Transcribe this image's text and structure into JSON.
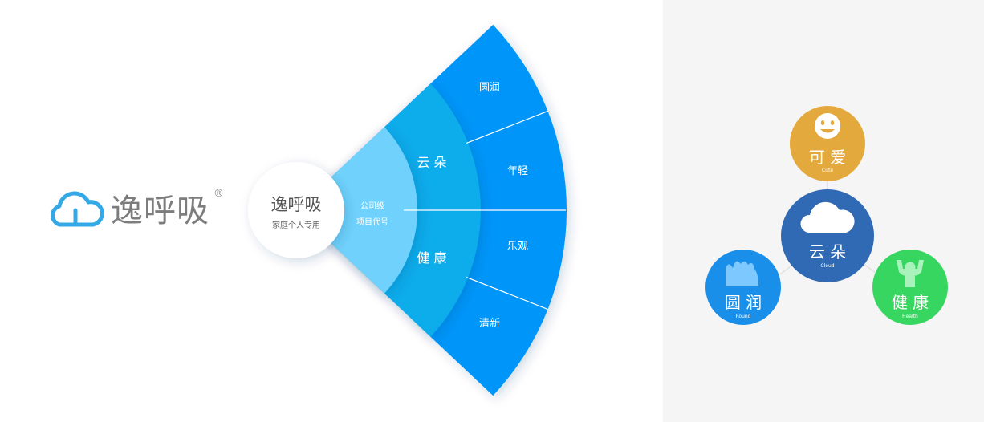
{
  "brand": {
    "name": "逸呼吸",
    "registered_mark": "®",
    "colors": {
      "logo": "#35a8e6",
      "text": "#7d7d7d"
    }
  },
  "fan": {
    "center_title": "逸呼吸",
    "center_subtitle": "家庭个人专用",
    "ring1_lines": [
      "公司级",
      "项目代号"
    ],
    "ring2_top": "云 朵",
    "ring2_bottom": "健 康",
    "ring3_labels": [
      "圆润",
      "年轻",
      "乐观",
      "清新"
    ],
    "colors": {
      "ring1": "#6fd2fc",
      "ring2": "#08aceb",
      "ring3": "#0696f9",
      "center": "#ffffff"
    }
  },
  "concept_map": {
    "center": {
      "title": "云 朵",
      "sub": "Cloud",
      "icon": "cloud-icon",
      "color": "#3069b4"
    },
    "nodes": [
      {
        "title": "可 爱",
        "sub": "Cute",
        "icon": "smiley-icon",
        "color": "#e4a93d"
      },
      {
        "title": "圆 润",
        "sub": "Round",
        "icon": "round-shape-icon",
        "color": "#1a8fea"
      },
      {
        "title": "健 康",
        "sub": "Health",
        "icon": "strong-person-icon",
        "color": "#37d661"
      }
    ]
  }
}
